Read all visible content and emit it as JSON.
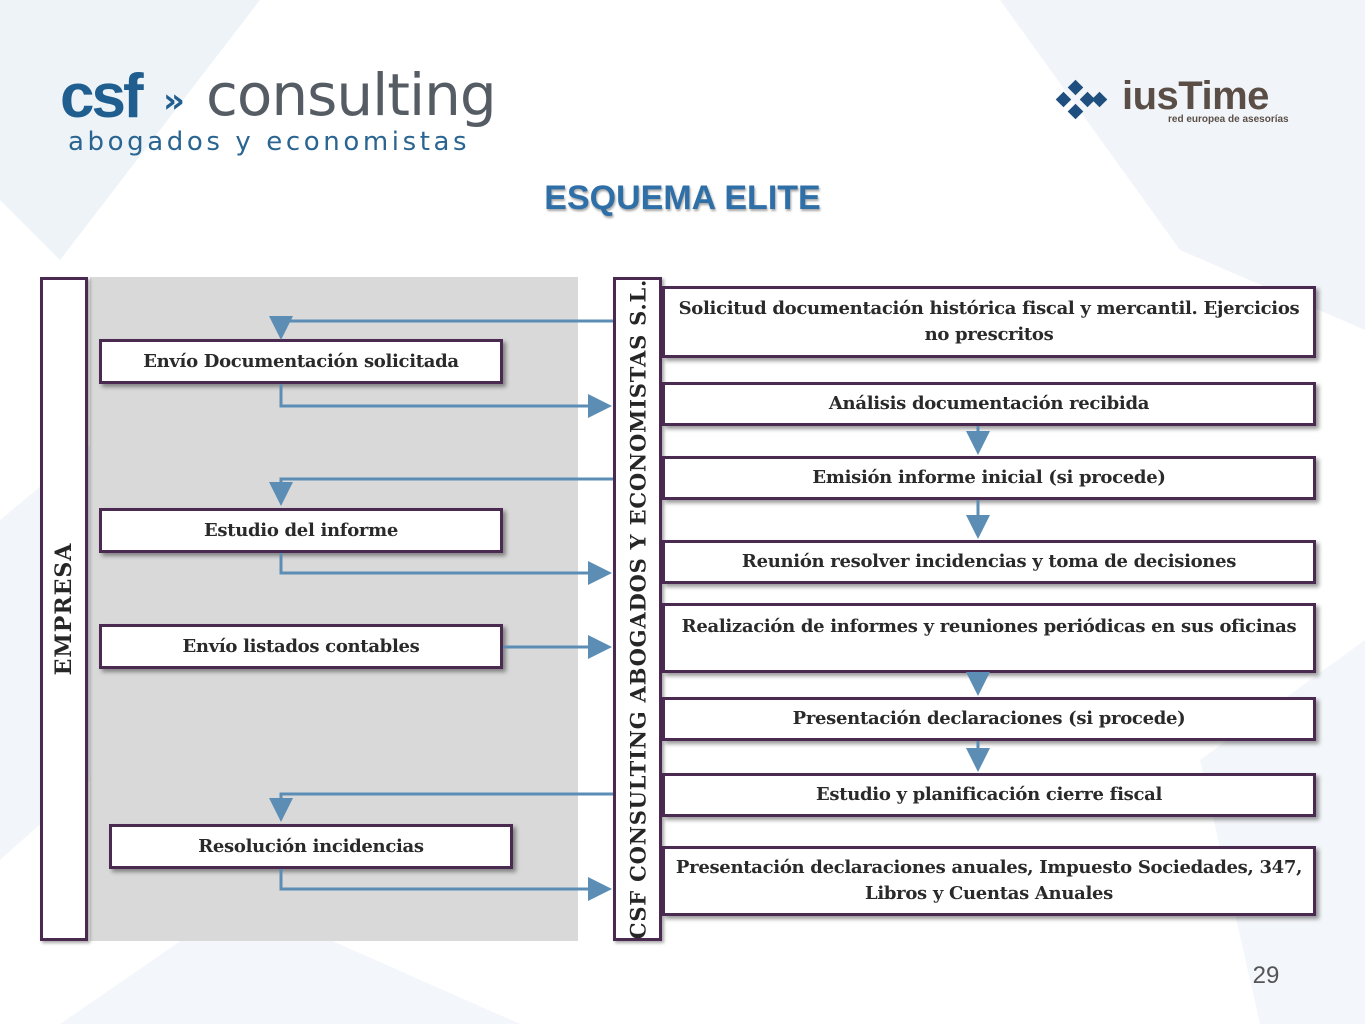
{
  "header": {
    "logo_left": {
      "word1": "csf",
      "arrows": "»",
      "word2": "consulting",
      "tagline": "abogados y economistas"
    },
    "logo_right": {
      "name": "iusTime",
      "tagline": "red europea de asesorías"
    }
  },
  "title": "ESQUEMA ELITE",
  "diagram": {
    "left_column_label": "EMPRESA",
    "center_column_label": "CSF CONSULTING ABOGADOS Y ECONOMISTAS S.L.",
    "empresa_steps": [
      "Envío Documentación solicitada",
      "Estudio del informe",
      "Envío listados contables",
      "Resolución incidencias"
    ],
    "csf_steps": [
      "Solicitud documentación histórica fiscal y mercantil. Ejercicios no prescritos",
      "Análisis documentación recibida",
      "Emisión informe inicial (si procede)",
      "Reunión resolver incidencias y toma de decisiones",
      "Realización de informes y reuniones periódicas en sus oficinas",
      "Presentación declaraciones (si procede)",
      "Estudio y planificación cierre fiscal",
      "Presentación declaraciones anuales, Impuesto Sociedades, 347, Libros y Cuentas Anuales"
    ]
  },
  "colors": {
    "arrow": "#5b8db5",
    "box_border": "#4b2a52",
    "title": "#2f6fa7",
    "panel": "#d9d9d9"
  },
  "page_number": "29"
}
